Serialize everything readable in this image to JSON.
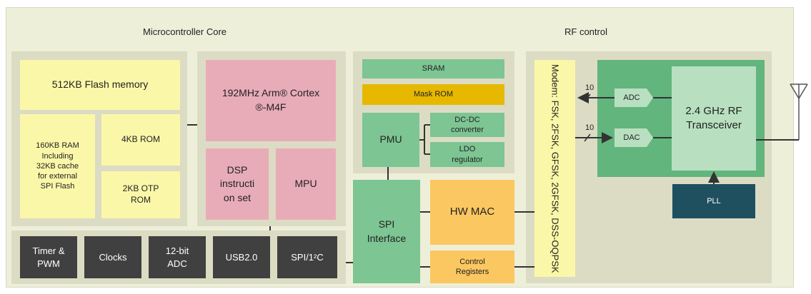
{
  "headers": {
    "mcu": "Microcontroller Core",
    "rf": "RF control"
  },
  "blocks": {
    "flash": "512KB Flash memory",
    "ram": "160KB RAM\nIncluding\n32KB cache\nfor external\nSPI Flash",
    "rom4": "4KB ROM",
    "otp": "2KB OTP\nROM",
    "cpu": "192MHz Arm® Cortex\n®-M4F",
    "dsp": "DSP\ninstructi\non set",
    "mpu": "MPU",
    "sram": "SRAM",
    "maskrom": "Mask ROM",
    "pmu": "PMU",
    "dcdc": "DC-DC\nconverter",
    "ldo": "LDO\nregulator",
    "spi": "SPI\nInterface",
    "hwmac": "HW MAC",
    "ctrlreg": "Control\nRegisters",
    "modem": "Modem: FSK, 2FSK, GFSK, 2GFSK, DSS-OQPSK",
    "adc": "ADC",
    "dac": "DAC",
    "transceiver": "2.4 GHz RF\nTransceiver",
    "pll": "PLL"
  },
  "bus_labels": {
    "adc_bits": "10",
    "dac_bits": "10"
  },
  "peripherals": [
    "Timer &\nPWM",
    "Clocks",
    "12-bit\nADC",
    "USB2.0",
    "SPI/1²C"
  ],
  "colors": {
    "background": "#eeefd9",
    "zone": "#dcdcc4",
    "memory": "#faf8a8",
    "cpu": "#e8acb8",
    "green_block": "#7dc593",
    "mask_rom": "#e6b800",
    "orange_block": "#fbc760",
    "peripheral": "#404040",
    "pll": "#1e5060"
  }
}
